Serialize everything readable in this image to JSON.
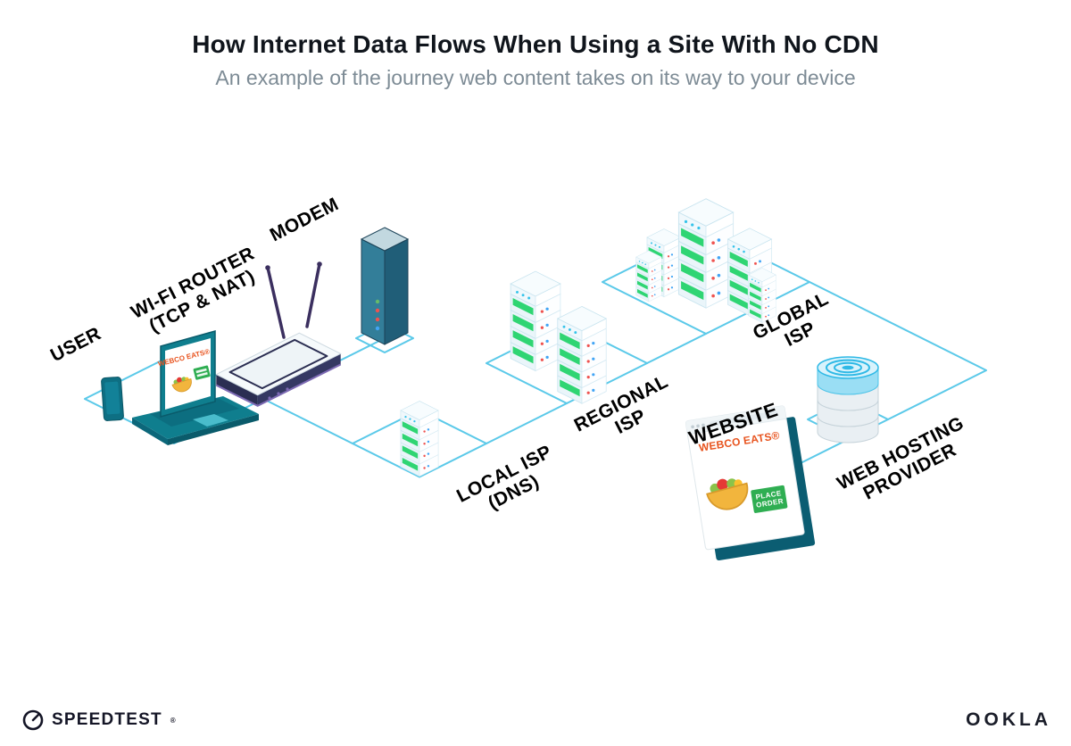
{
  "header": {
    "title": "How Internet Data Flows When Using a Site With No CDN",
    "subtitle": "An example of the journey web content takes on its way to your device"
  },
  "labels": {
    "user": "USER",
    "wifi_router_1": "WI-FI ROUTER",
    "wifi_router_2": "(TCP & NAT)",
    "modem": "MODEM",
    "local_isp_1": "LOCAL ISP",
    "local_isp_2": "(DNS)",
    "regional_isp_1": "REGIONAL",
    "regional_isp_2": "ISP",
    "global_isp_1": "GLOBAL",
    "global_isp_2": "ISP",
    "web_hosting_1": "WEB HOSTING",
    "web_hosting_2": "PROVIDER",
    "website": "WEBSITE"
  },
  "screens": {
    "laptop_brand": "WEBCO EATS®",
    "browser_brand": "WEBCO EATS®",
    "button_1": "PLACE",
    "button_2": "ORDER"
  },
  "footer": {
    "speedtest": "SPEEDTEST",
    "speedtest_reg": "®",
    "ookla": "OOKLA"
  },
  "colors": {
    "line_cyan": "#5ac9e9",
    "server_green": "#2fd573",
    "brand_orange": "#e8541f",
    "teal_device": "#0f7e8e",
    "navy_text": "#10151c",
    "subtitle_gray": "#7d8b95"
  }
}
